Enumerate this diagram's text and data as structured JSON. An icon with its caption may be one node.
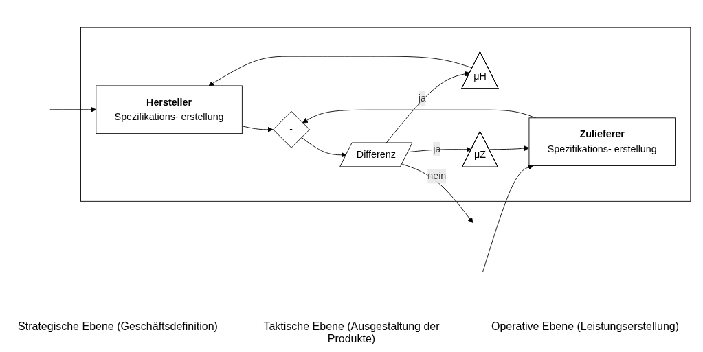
{
  "diagram": {
    "nodes": [
      {
        "text": [],
        "shape": "box"
      },
      {
        "text": [
          "Hersteller",
          "Spezifikations- erstellung"
        ],
        "in": 0
      },
      {
        "text": [
          "Zulieferer",
          "Spezifikations- erstellung"
        ],
        "in": 0
      },
      {
        "text": [
          "-"
        ],
        "in": 0
      },
      {
        "text": [
          "Differenz"
        ],
        "in": 0
      },
      {
        "text": [
          "μH"
        ],
        "in": 0
      },
      {
        "text": [
          "μZ"
        ],
        "in": 0
      }
    ],
    "edges": [
      {
        "from": null,
        "to": 1,
        "arrow": "to"
      },
      {
        "from": null,
        "to": 2,
        "arrow": "to"
      },
      {
        "from": 1,
        "to": 3,
        "arrow": "to"
      },
      {
        "from": 2,
        "to": 3,
        "arrow": "to"
      },
      {
        "from": 3,
        "to": 4,
        "arrow": "to"
      },
      {
        "from": 4,
        "to": 5,
        "arrow": "to",
        "label": "ja"
      },
      {
        "from": 5,
        "to": 1,
        "arrow": "to"
      },
      {
        "from": 4,
        "to": 6,
        "arrow": "to",
        "label": "ja"
      },
      {
        "from": 6,
        "to": 2,
        "arrow": "to"
      },
      {
        "from": 4,
        "to": null,
        "arrow": "to",
        "label": "nein"
      }
    ],
    "labels": [
      "Strategische Ebene (Geschäftsdefinition)",
      "Taktische Ebene (Ausgestaltung der Produkte)",
      "Operative Ebene (Leistungserstellung)"
    ]
  }
}
